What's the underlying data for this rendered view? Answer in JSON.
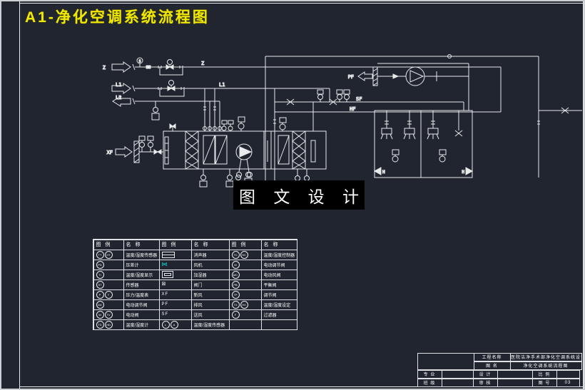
{
  "page": {
    "title": "A1-净化空调系统流程图",
    "watermark": "图 文 设 计",
    "colors": {
      "background": "#20252f",
      "line": "#e8eaec",
      "title_yellow": "#f0e800",
      "legend_cyan": "#00dcdc",
      "watermark_bg": "#000000"
    }
  },
  "diagram": {
    "labels": {
      "z": "Z",
      "l1": "L1",
      "l2": "L2",
      "xf": "XF",
      "pf": "PF",
      "sf": "SF",
      "hf": "HF",
      "s_instrument": "S",
      "h_left": "H",
      "h_right": "H"
    }
  },
  "legend": {
    "headers": [
      "图 例",
      "名 称",
      "图 例",
      "名 称",
      "图 例",
      "名 称"
    ],
    "rows": [
      {
        "cells": [
          {
            "kind": "circles",
            "v": [
              "TT",
              "HT"
            ]
          },
          {
            "kind": "name",
            "v": "温度/湿度传感器"
          },
          {
            "kind": "sym-silencer"
          },
          {
            "kind": "name",
            "v": "消声器"
          },
          {
            "kind": "circles",
            "v": [
              "TC",
              "HC"
            ]
          },
          {
            "kind": "name",
            "v": "温度/湿度控制器"
          }
        ]
      },
      {
        "cells": [
          {
            "kind": "circles",
            "v": [
              "PD"
            ]
          },
          {
            "kind": "name",
            "v": "压差计"
          },
          {
            "kind": "sym-fan"
          },
          {
            "kind": "name",
            "v": "风机"
          },
          {
            "kind": "circles",
            "v": [
              "M"
            ]
          },
          {
            "kind": "name",
            "v": "电动调节阀"
          }
        ]
      },
      {
        "cells": [
          {
            "kind": "circles",
            "v": [
              "TI"
            ]
          },
          {
            "kind": "name",
            "v": "温度/湿度显示"
          },
          {
            "kind": "sym-heater"
          },
          {
            "kind": "name",
            "v": "加湿器"
          },
          {
            "kind": "circles",
            "v": [
              "MC"
            ]
          },
          {
            "kind": "name",
            "v": "电动风阀"
          }
        ]
      },
      {
        "cells": [
          {
            "kind": "circles",
            "v": [
              "ST"
            ]
          },
          {
            "kind": "name",
            "v": "传感器"
          },
          {
            "kind": "sym-valve"
          },
          {
            "kind": "name",
            "v": "阀门"
          },
          {
            "kind": "circles",
            "v": [
              "PB"
            ]
          },
          {
            "kind": "name",
            "v": "平衡阀"
          }
        ]
      },
      {
        "cells": [
          {
            "kind": "circles",
            "v": [
              "P",
              "T"
            ]
          },
          {
            "kind": "name",
            "v": "压力/温度表"
          },
          {
            "kind": "abbr",
            "v": "XF"
          },
          {
            "kind": "name",
            "v": "新风"
          },
          {
            "kind": "circles",
            "v": [
              "TP"
            ]
          },
          {
            "kind": "name",
            "v": "调节阀"
          }
        ]
      },
      {
        "cells": [
          {
            "kind": "circles",
            "v": [
              "M2"
            ]
          },
          {
            "kind": "name",
            "v": "电动调节阀"
          },
          {
            "kind": "abbr",
            "v": "PF"
          },
          {
            "kind": "name",
            "v": "排风"
          },
          {
            "kind": "circles",
            "v": [
              "TX",
              "HX"
            ]
          },
          {
            "kind": "name",
            "v": "温度/湿度设定"
          }
        ]
      },
      {
        "cells": [
          {
            "kind": "circles",
            "v": [
              "W",
              "TV"
            ]
          },
          {
            "kind": "name",
            "v": "电动阀"
          },
          {
            "kind": "abbr",
            "v": "SF"
          },
          {
            "kind": "name",
            "v": "送风"
          },
          {
            "kind": "circles",
            "v": [
              "F"
            ]
          },
          {
            "kind": "name",
            "v": "过滤器"
          }
        ]
      },
      {
        "cells": [
          {
            "kind": "circles",
            "v": [
              "TD",
              "HD"
            ]
          },
          {
            "kind": "name",
            "v": "温度/湿度计"
          },
          {
            "kind": "circles",
            "v": [
              "L",
              "A"
            ]
          },
          {
            "kind": "name",
            "v": "温度/湿度传感器"
          },
          {
            "kind": "empty"
          },
          {
            "kind": "empty"
          }
        ]
      }
    ]
  },
  "titleblock": {
    "project_label": "工程名称",
    "project_value": "某医院洁净手术部净化空调系统设计",
    "drawing_label": "图  名",
    "drawing_value": "净化空调系统流程图",
    "major_label": "专 业",
    "major_value": "",
    "class_label": "班 级",
    "class_value": "",
    "design_label": "设 计",
    "design_value": "",
    "check_label": "审 核",
    "check_value": "",
    "scale_label": "比 例",
    "scale_value": "",
    "figno_label": "图 号",
    "figno_value": "03"
  }
}
